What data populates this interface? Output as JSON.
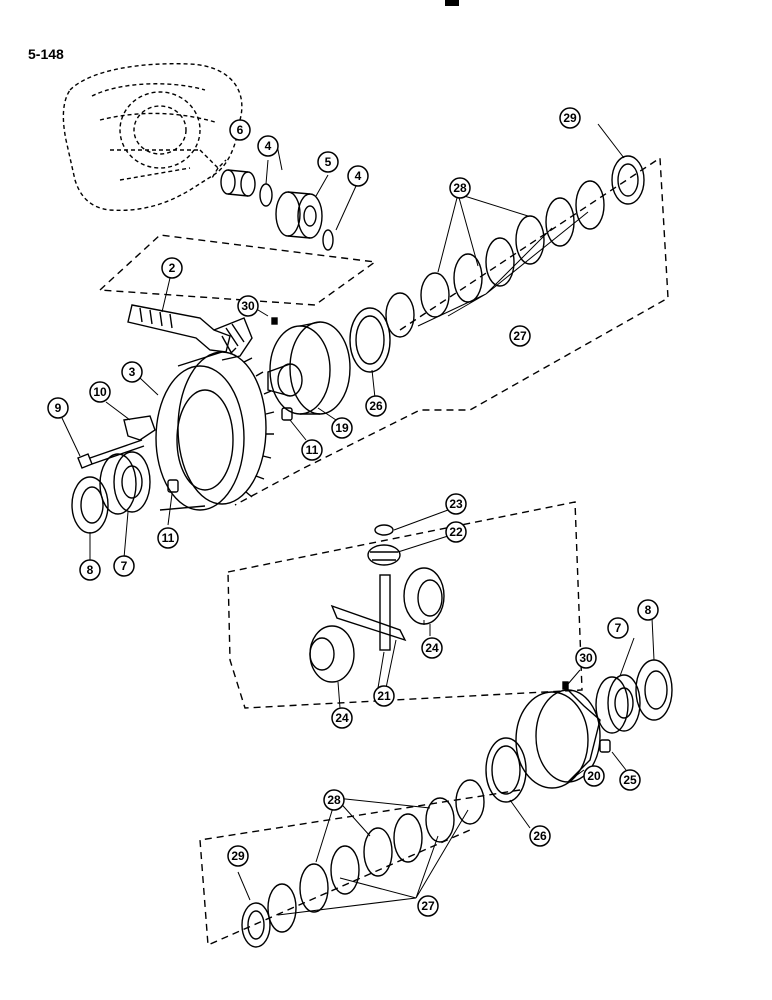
{
  "page_number": "5-148",
  "colors": {
    "ink": "#000000",
    "paper": "#ffffff"
  },
  "callouts": [
    "2",
    "3",
    "4",
    "5",
    "6",
    "7",
    "8",
    "9",
    "10",
    "11",
    "19",
    "20",
    "21",
    "22",
    "23",
    "24",
    "25",
    "26",
    "27",
    "28",
    "29",
    "30"
  ]
}
